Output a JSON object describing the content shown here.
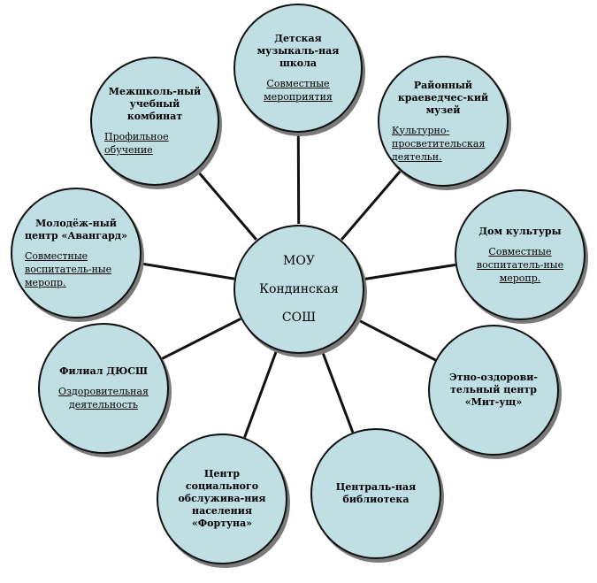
{
  "center": {
    "lines": [
      "МОУ",
      "Кондинская",
      "СОШ"
    ]
  },
  "partners": [
    {
      "title": "Детская музыкаль-ная школа",
      "desc": "Совместные мероприятия"
    },
    {
      "title": "Районный краеведчес-кий музей",
      "desc": "Культурно-просветительская деятельн."
    },
    {
      "title": "Дом культуры",
      "desc": "Совместные воспитатель-ные меропр."
    },
    {
      "title": "Этно-оздорови-тельный центр «Мит-ущ»",
      "desc": ""
    },
    {
      "title": "Централь-ная библиотека",
      "desc": ""
    },
    {
      "title": "Центр социального обслужива-ния населения «Фортуна»",
      "desc": ""
    },
    {
      "title": "Филиал ДЮСШ",
      "desc": "Оздоровительная деятельность"
    },
    {
      "title": "Молодёж-ный центр «Авангард»",
      "desc": "Совместные воспитатель-ные меропр."
    },
    {
      "title": "Межшколь-ный учебный комбинат",
      "desc": "Профильное обучение"
    }
  ],
  "colors": {
    "fill": "#bfdfe3",
    "stroke": "#111111",
    "shadow": "#7a7a7a"
  }
}
